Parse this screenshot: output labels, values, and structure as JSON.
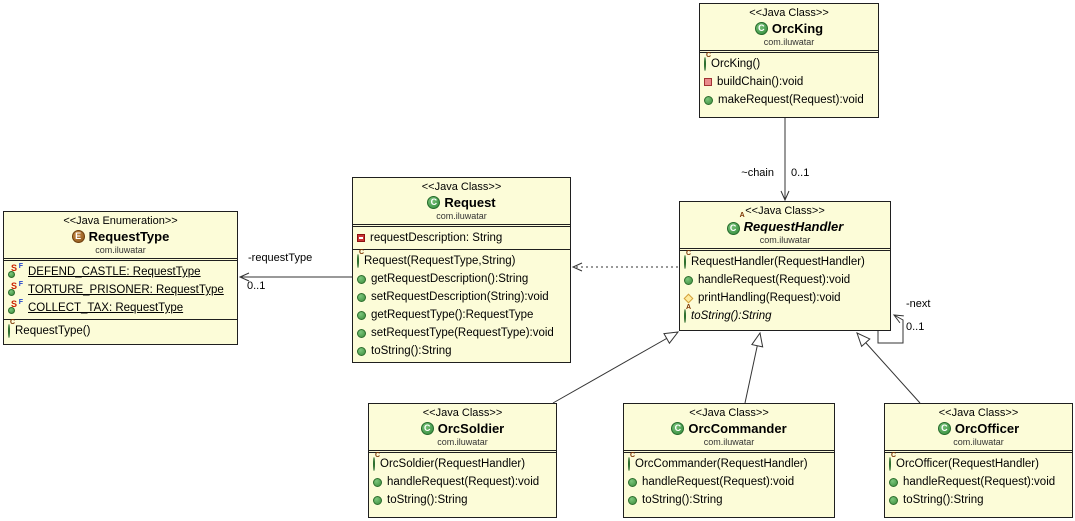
{
  "classes": [
    {
      "stereotype": "<<Java Class>>",
      "name": "OrcKing",
      "package": "com.iluwatar",
      "fields": [],
      "methods": [
        {
          "kind": "constructor",
          "label": "OrcKing()"
        },
        {
          "kind": "private",
          "label": "buildChain():void"
        },
        {
          "kind": "public",
          "label": "makeRequest(Request):void"
        }
      ]
    },
    {
      "stereotype": "<<Java Class>>",
      "name": "Request",
      "package": "com.iluwatar",
      "fields": [
        {
          "kind": "private",
          "label": "requestDescription: String"
        }
      ],
      "methods": [
        {
          "kind": "constructor",
          "label": "Request(RequestType,String)"
        },
        {
          "kind": "public",
          "label": "getRequestDescription():String"
        },
        {
          "kind": "public",
          "label": "setRequestDescription(String):void"
        },
        {
          "kind": "public",
          "label": "getRequestType():RequestType"
        },
        {
          "kind": "public",
          "label": "setRequestType(RequestType):void"
        },
        {
          "kind": "public",
          "label": "toString():String"
        }
      ]
    },
    {
      "stereotype": "<<Java Enumeration>>",
      "name": "RequestType",
      "package": "com.iluwatar",
      "fields": [
        {
          "kind": "static-final",
          "label": "DEFEND_CASTLE: RequestType"
        },
        {
          "kind": "static-final",
          "label": "TORTURE_PRISONER: RequestType"
        },
        {
          "kind": "static-final",
          "label": "COLLECT_TAX: RequestType"
        }
      ],
      "methods": [
        {
          "kind": "constructor",
          "label": "RequestType()"
        }
      ]
    },
    {
      "stereotype": "<<Java Class>>",
      "name": "RequestHandler",
      "package": "com.iluwatar",
      "abstract": true,
      "fields": [],
      "methods": [
        {
          "kind": "constructor",
          "label": "RequestHandler(RequestHandler)"
        },
        {
          "kind": "public",
          "label": "handleRequest(Request):void"
        },
        {
          "kind": "protected",
          "label": "printHandling(Request):void"
        },
        {
          "kind": "abstract",
          "label": "toString():String"
        }
      ]
    },
    {
      "stereotype": "<<Java Class>>",
      "name": "OrcSoldier",
      "package": "com.iluwatar",
      "fields": [],
      "methods": [
        {
          "kind": "constructor",
          "label": "OrcSoldier(RequestHandler)"
        },
        {
          "kind": "public",
          "label": "handleRequest(Request):void"
        },
        {
          "kind": "public",
          "label": "toString():String"
        }
      ]
    },
    {
      "stereotype": "<<Java Class>>",
      "name": "OrcCommander",
      "package": "com.iluwatar",
      "fields": [],
      "methods": [
        {
          "kind": "constructor",
          "label": "OrcCommander(RequestHandler)"
        },
        {
          "kind": "public",
          "label": "handleRequest(Request):void"
        },
        {
          "kind": "public",
          "label": "toString():String"
        }
      ]
    },
    {
      "stereotype": "<<Java Class>>",
      "name": "OrcOfficer",
      "package": "com.iluwatar",
      "fields": [],
      "methods": [
        {
          "kind": "constructor",
          "label": "OrcOfficer(RequestHandler)"
        },
        {
          "kind": "public",
          "label": "handleRequest(Request):void"
        },
        {
          "kind": "public",
          "label": "toString():String"
        }
      ]
    }
  ],
  "edges": {
    "chain": {
      "label": "~chain",
      "multiplicity": "0..1"
    },
    "request_type": {
      "label": "-requestType",
      "multiplicity": "0..1"
    },
    "next": {
      "label": "-next",
      "multiplicity": "0..1"
    }
  },
  "icons": {
    "class_letter": "C",
    "enum_letter": "E",
    "constructor_sup": "C",
    "abstract_sup": "A",
    "static_sup": "S",
    "final_sup": "F"
  },
  "colors": {
    "box_fill": "#FCFCD8",
    "box_border": "#1f1f1f",
    "line_color": "#333333",
    "text_color": "#000000"
  }
}
